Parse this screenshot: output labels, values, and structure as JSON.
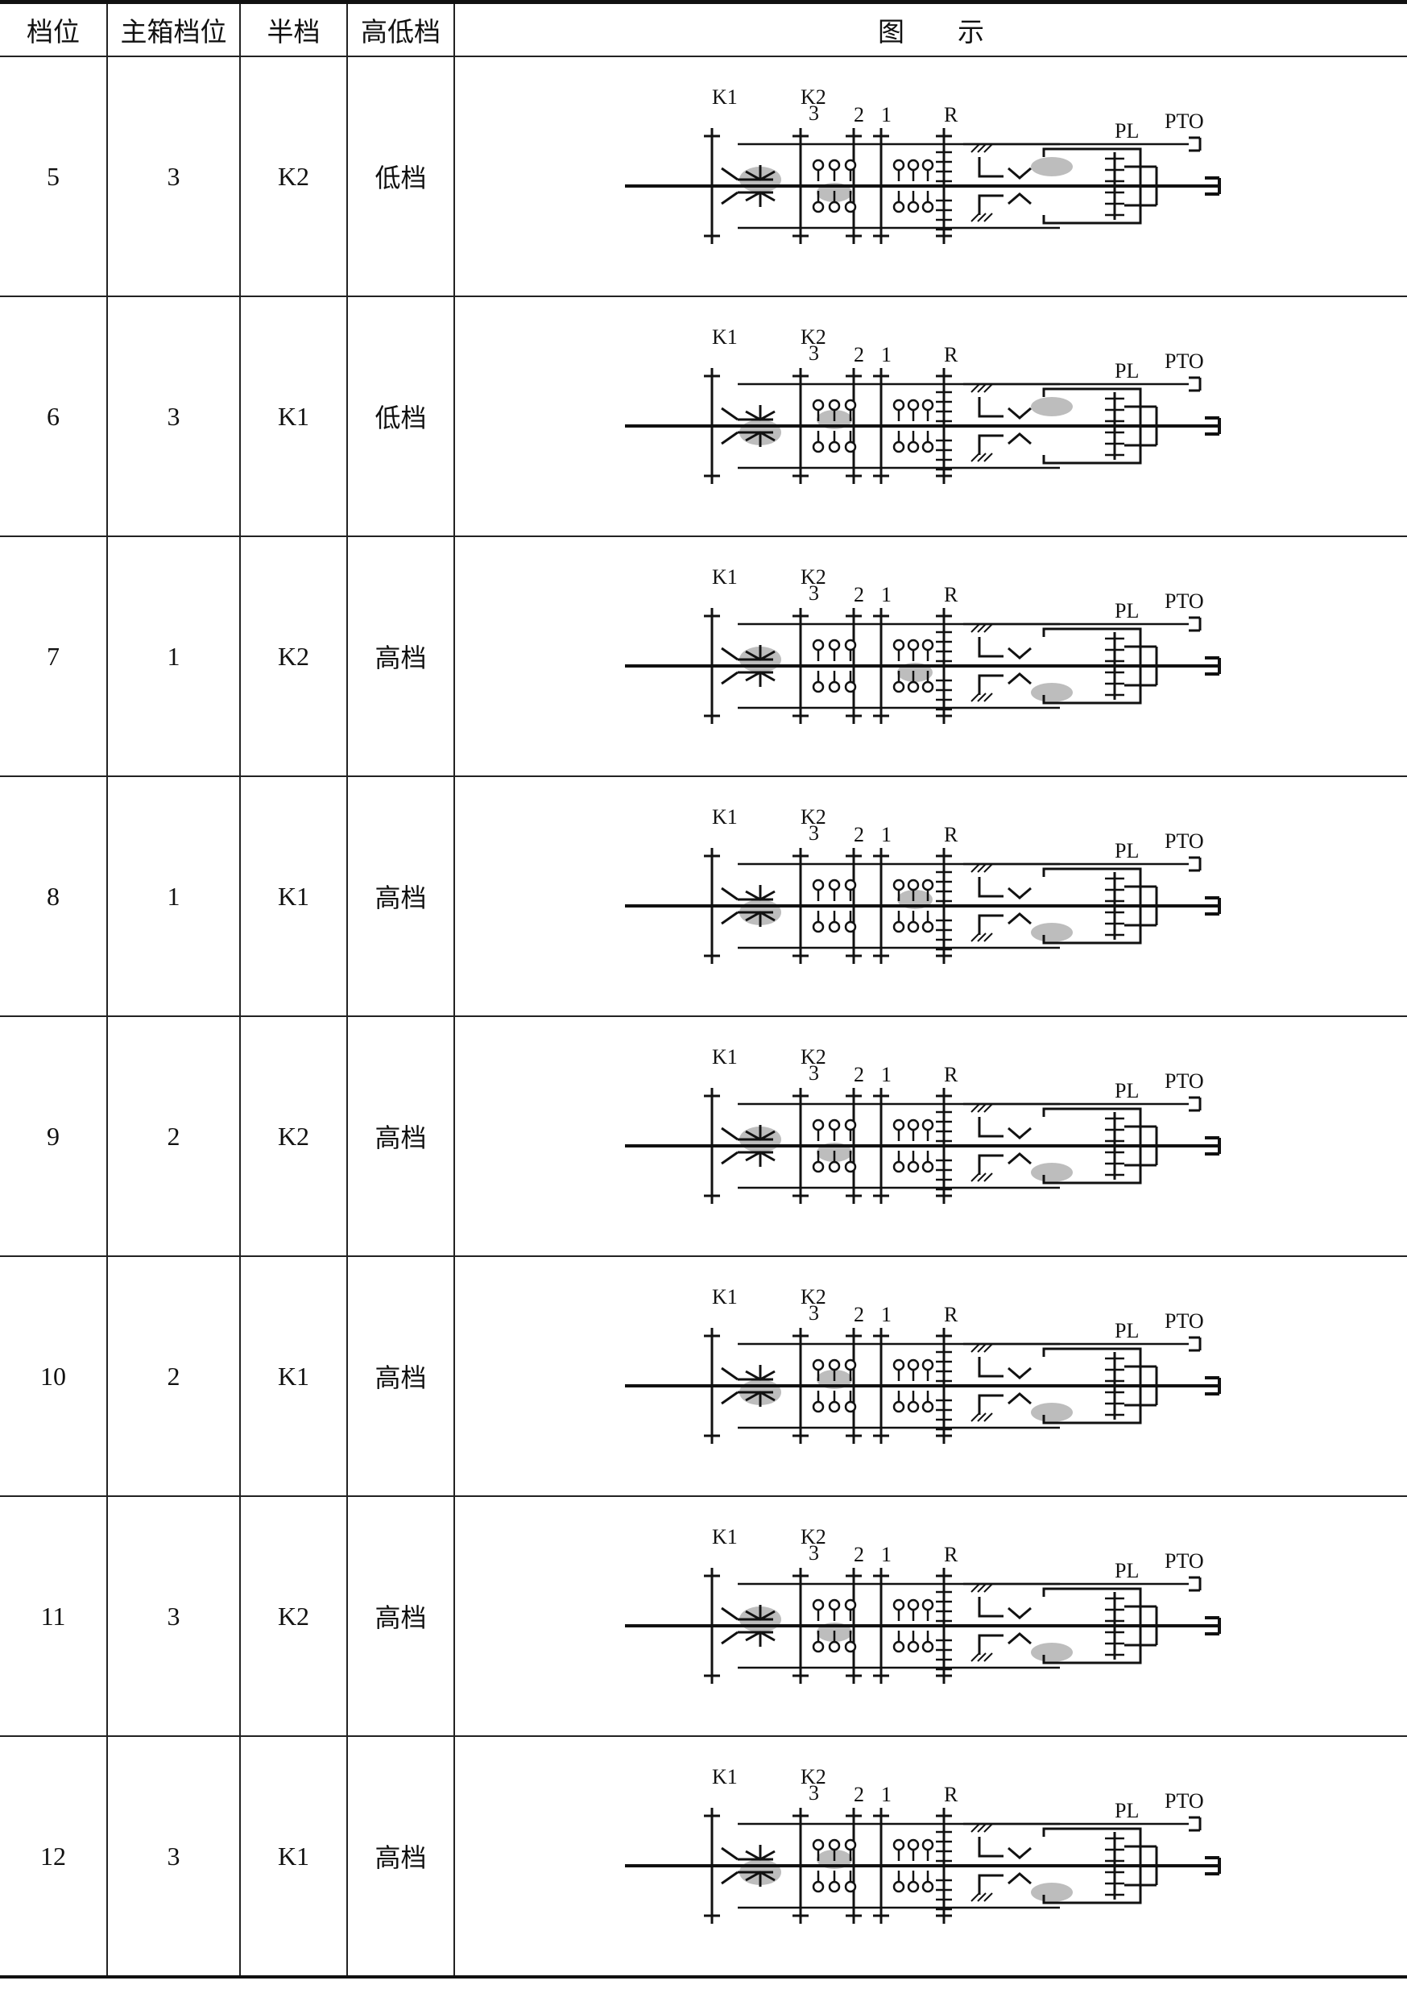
{
  "columns": [
    "档位",
    "主箱档位",
    "半档",
    "高低档",
    "图　　示"
  ],
  "diagram_labels": {
    "k1": "K1",
    "k2": "K2",
    "gear3": "3",
    "gear2": "2",
    "gear1": "1",
    "reverse": "R",
    "pl": "PL",
    "pto": "PTO"
  },
  "rows": [
    {
      "gear": "5",
      "main": "3",
      "half": "K2",
      "range": "低档"
    },
    {
      "gear": "6",
      "main": "3",
      "half": "K1",
      "range": "低档"
    },
    {
      "gear": "7",
      "main": "1",
      "half": "K2",
      "range": "高档"
    },
    {
      "gear": "8",
      "main": "1",
      "half": "K1",
      "range": "高档"
    },
    {
      "gear": "9",
      "main": "2",
      "half": "K2",
      "range": "高档"
    },
    {
      "gear": "10",
      "main": "2",
      "half": "K1",
      "range": "高档"
    },
    {
      "gear": "11",
      "main": "3",
      "half": "K2",
      "range": "高档"
    },
    {
      "gear": "12",
      "main": "3",
      "half": "K1",
      "range": "高档"
    }
  ]
}
